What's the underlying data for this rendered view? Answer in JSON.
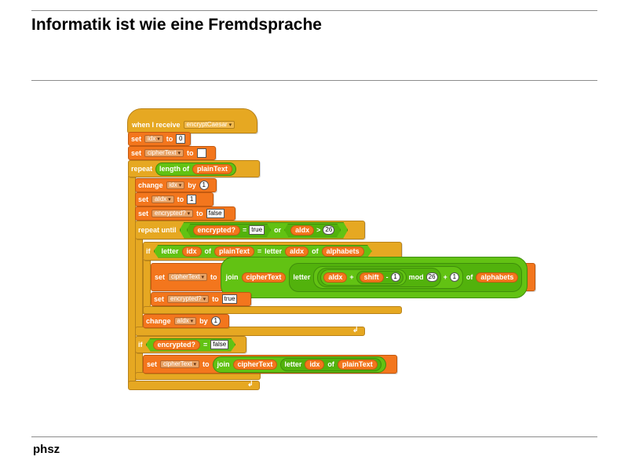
{
  "slide": {
    "title": "Informatik ist wie eine Fremdsprache",
    "footer": "phsz"
  },
  "script": {
    "hat": {
      "when_label": "when I receive",
      "message": "encryptCaesar"
    },
    "set_idx": {
      "set": "set",
      "var": "idx",
      "to": "to",
      "value": "0"
    },
    "set_cipher": {
      "set": "set",
      "var": "cipherText",
      "to": "to",
      "value": ""
    },
    "repeat1": {
      "repeat": "repeat",
      "length_of": "length of",
      "var": "plainText"
    },
    "change_idx": {
      "change": "change",
      "var": "idx",
      "by": "by",
      "value": "1"
    },
    "set_aidx": {
      "set": "set",
      "var": "aIdx",
      "to": "to",
      "value": "1"
    },
    "set_encrypted": {
      "set": "set",
      "var": "encrypted?",
      "to": "to",
      "value": "false"
    },
    "repeat_until": {
      "label": "repeat until",
      "var1": "encrypted?",
      "eq": "=",
      "val1": "true",
      "or": "or",
      "var2": "aIdx",
      "gt": ">",
      "val2": "26"
    },
    "if1": {
      "if": "if",
      "letter1": "letter",
      "idx": "idx",
      "of1": "of",
      "plainText": "plainText",
      "eq": "=",
      "letter2": "letter",
      "aIdx": "aIdx",
      "of2": "of",
      "alphabets": "alphabets"
    },
    "set_cipher2": {
      "set": "set",
      "var": "cipherText",
      "to": "to",
      "join": "join",
      "cipherText": "cipherText",
      "letter": "letter",
      "aIdx": "aIdx",
      "plus1": "+",
      "shift": "shift",
      "minus": "-",
      "one1": "1",
      "mod": "mod",
      "n26": "26",
      "plus2": "+",
      "one2": "1",
      "of": "of",
      "alphabets": "alphabets"
    },
    "set_encrypted2": {
      "set": "set",
      "var": "encrypted?",
      "to": "to",
      "value": "true"
    },
    "change_aidx": {
      "change": "change",
      "var": "aIdx",
      "by": "by",
      "value": "1"
    },
    "if2": {
      "if": "if",
      "var": "encrypted?",
      "eq": "=",
      "value": "false"
    },
    "set_cipher3": {
      "set": "set",
      "var": "cipherText",
      "to": "to",
      "join": "join",
      "cipherText": "cipherText",
      "letter": "letter",
      "idx": "idx",
      "of": "of",
      "plainText": "plainText"
    }
  }
}
